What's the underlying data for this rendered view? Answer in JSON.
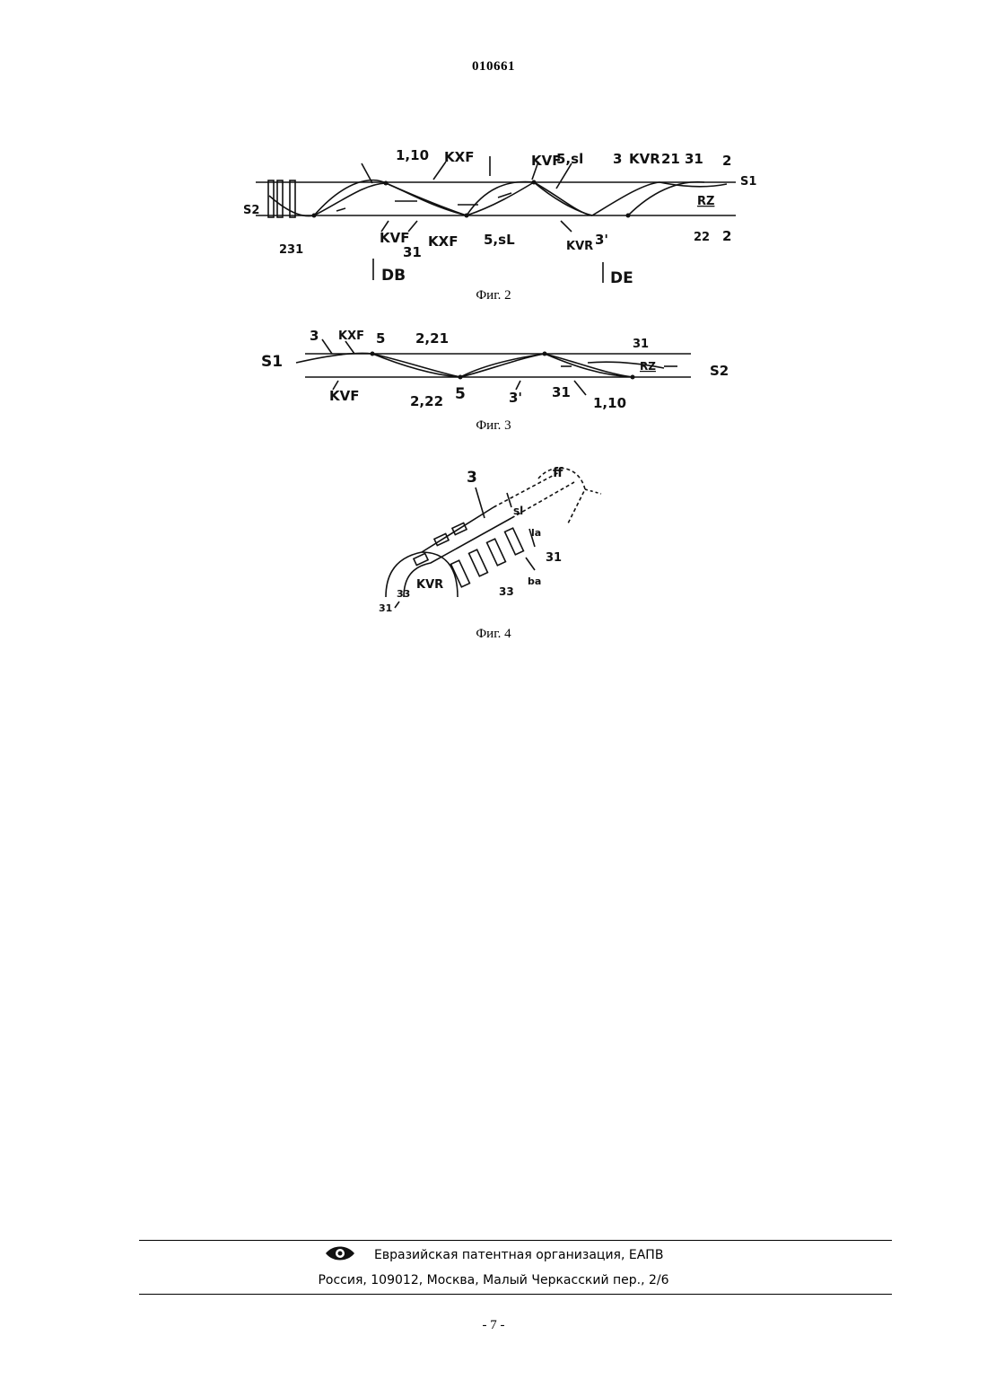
{
  "header": {
    "doc_number": "010661"
  },
  "figures": {
    "fig2": {
      "caption": "Фиг. 2",
      "labels": [
        "1,10",
        "KXF",
        "KVF",
        "5,sl",
        "3",
        "KVR",
        "21",
        "31",
        "2",
        "S1",
        "S2",
        "231",
        "KVF",
        "31",
        "KXF",
        "5,sL",
        "KVR",
        "3'",
        "RZ",
        "22",
        "2",
        "DB",
        "DE"
      ]
    },
    "fig3": {
      "caption": "Фиг. 3",
      "labels": [
        "3",
        "KXF",
        "5",
        "2,21",
        "31",
        "S1",
        "RZ",
        "S2",
        "KVF",
        "2,22",
        "5",
        "3'",
        "31",
        "1,10"
      ]
    },
    "fig4": {
      "caption": "Фиг. 4",
      "labels": [
        "3",
        "ff",
        "sl",
        "la",
        "31",
        "ba",
        "33",
        "KVR",
        "33",
        "31"
      ]
    }
  },
  "footer": {
    "organization": "Евразийская патентная организация, ЕАПВ",
    "address": "Россия, 109012, Москва, Малый Черкасский пер., 2/6"
  },
  "page_number": "- 7 -"
}
